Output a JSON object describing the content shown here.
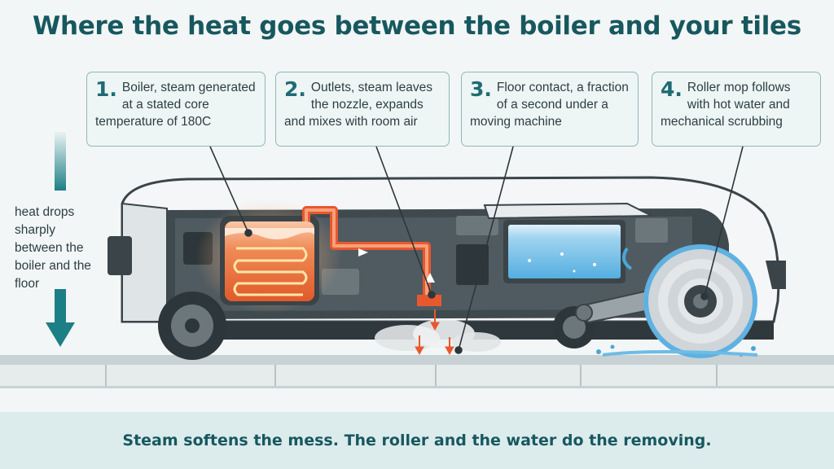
{
  "title": "Where the heat goes between the boiler and your tiles",
  "callouts": [
    {
      "number": "1.",
      "text": "Boiler, steam generated at a stated core temperature of 180C"
    },
    {
      "number": "2.",
      "text": "Outlets, steam leaves the nozzle, expands and mixes with room air"
    },
    {
      "number": "3.",
      "text": "Floor contact, a fraction of a second under a moving machine"
    },
    {
      "number": "4.",
      "text": "Roller mop follows with hot water and mechanical scrubbing"
    }
  ],
  "side_note": "heat drops sharply between the boiler and the floor",
  "footer": "Steam softens the mess. The roller and the water do the removing.",
  "colors": {
    "accent": "#17585f",
    "heat": "#e8582e",
    "water": "#4aa6d8"
  }
}
